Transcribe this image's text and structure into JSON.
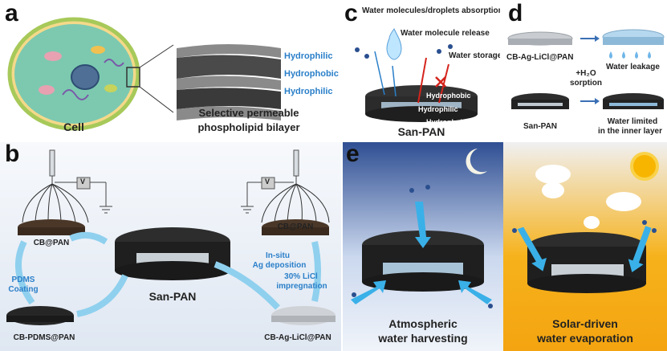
{
  "panels": {
    "a": {
      "letter": "a",
      "cell": "Cell",
      "bilayer_line1": "Selective permeable",
      "bilayer_line2": "phospholipid bilayer",
      "layers": [
        "Hydrophilic",
        "Hydrophobic",
        "Hydrophilic"
      ]
    },
    "c": {
      "letter": "c",
      "absorption": "Water molecules/droplets absorption",
      "release": "Water molecule release",
      "storage": "Water storage",
      "layers": [
        "Hydrophobic",
        "Hydrophilic",
        "Hydrophobic"
      ],
      "name": "San-PAN"
    },
    "d": {
      "letter": "d",
      "top_label": "CB-Ag-LiCl@PAN",
      "leakage": "Water leakage",
      "sorption_line1": "+H₂O",
      "sorption_line2": "sorption",
      "bottom_label": "San-PAN",
      "limited_line1": "Water limited",
      "limited_line2": "in the inner layer"
    },
    "b": {
      "letter": "b",
      "cb_left": "CB@PAN",
      "pdms_line1": "PDMS",
      "pdms_line2": "Coating",
      "cb_pdms": "CB-PDMS@PAN",
      "san_pan": "San-PAN",
      "cb_right": "CB@PAN",
      "insitu_line1": "In-situ",
      "insitu_line2": "Ag deposition",
      "licl_line1": "30% LiCl",
      "licl_line2": "impregnation",
      "cb_ag": "CB-Ag-LiCl@PAN",
      "voltage_symbol": "V"
    },
    "e": {
      "letter": "e",
      "atmo_line1": "Atmospheric",
      "atmo_line2": "water harvesting",
      "solar_line1": "Solar-driven",
      "solar_line2": "water evaporation"
    }
  },
  "colors": {
    "hydro_text": "#2a7fc9",
    "arrow_blue": "#3ab0e8",
    "release_red": "#d4241c",
    "sun": "#f7b500",
    "panel_b_bg": "#e4ebf5",
    "panel_e_night": "#3e63a8",
    "panel_e_day": "#f6b21b"
  }
}
